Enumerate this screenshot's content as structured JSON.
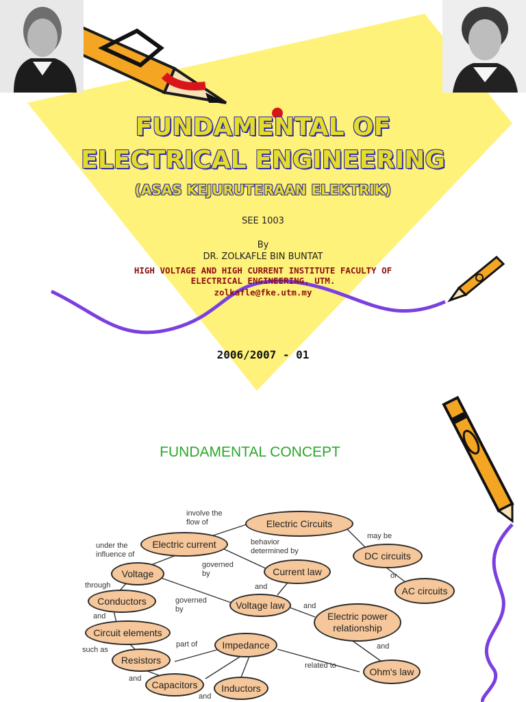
{
  "slide1": {
    "title_line1": "FUNDAMENTAL OF",
    "title_line2": "ELECTRICAL ENGINEERING",
    "subtitle": "(ASAS KEJURUTERAAN ELEKTRIK)",
    "course_code": "SEE 1003",
    "by": "By",
    "author": "DR. ZOLKAFLE BIN BUNTAT",
    "institute_line1": "HIGH VOLTAGE AND HIGH CURRENT INSTITUTE FACULTY OF",
    "institute_line2": "ELECTRICAL ENGINEERING, UTM.",
    "email": "zolkafle@fke.utm.my",
    "session": "2006/2007 -  01"
  },
  "slide2": {
    "title": "FUNDAMENTAL CONCEPT",
    "nodes": {
      "electric_circuits": "Electric Circuits",
      "electric_current": "Electric current",
      "dc_circuits": "DC circuits",
      "ac_circuits": "AC circuits",
      "voltage": "Voltage",
      "current_law": "Current law",
      "conductors": "Conductors",
      "voltage_law": "Voltage law",
      "electric_power": "Electric power relationship",
      "circuit_elements": "Circuit elements",
      "impedance": "Impedance",
      "resistors": "Resistors",
      "ohms_law": "Ohm's law",
      "capacitors": "Capacitors",
      "inductors": "Inductors"
    },
    "labels": {
      "involve_flow": "involve the\nflow of",
      "under_influence": "under the\ninfluence of",
      "behavior_determined": "behavior\ndetermined  by",
      "may_be": "may be",
      "governed_by_1": "governed\nby",
      "or": "or",
      "through": "through",
      "and_1": "and",
      "governed_by_2": "governed\nby",
      "and_2": "and",
      "and_3": "and",
      "and_4": "and",
      "such_as": "such as",
      "part_of": "part of",
      "related_to": "related to",
      "and_5": "and",
      "and_6": "and"
    }
  },
  "colors": {
    "background_yellow": "#fff27a",
    "title_fill": "#e6dc2a",
    "title_outline": "#2b2bb0",
    "institute": "#8b1010",
    "section_title": "#2aa62a",
    "node_fill": "#f6c79a",
    "squiggle": "#7b3fe0"
  },
  "icons": [
    "portrait-left-image",
    "portrait-right-image",
    "pencil-icon"
  ]
}
